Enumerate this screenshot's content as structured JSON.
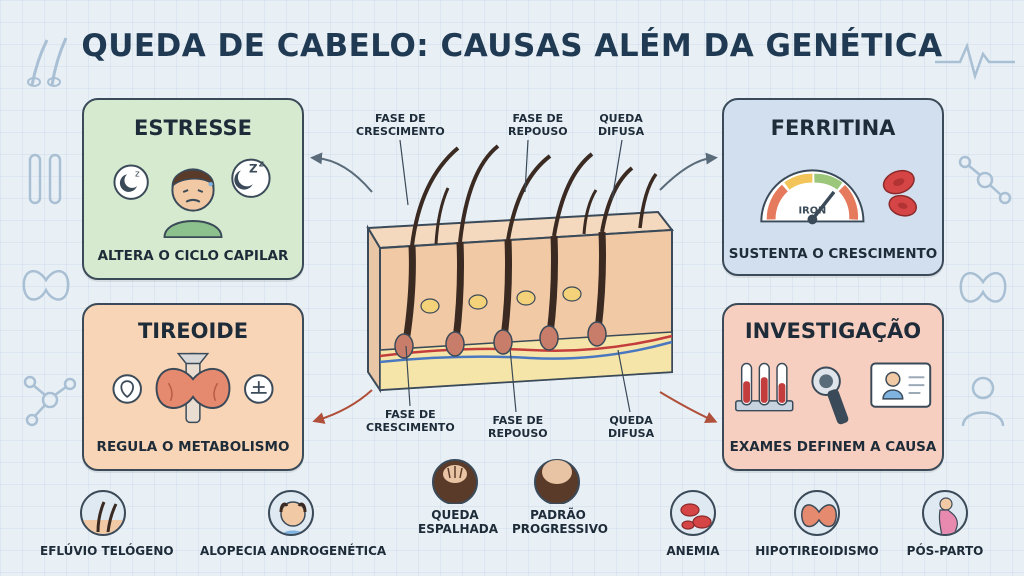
{
  "title": "QUEDA DE CABELO: CAUSAS ALÉM DA GENÉTICA",
  "cards": {
    "estresse": {
      "title": "ESTRESSE",
      "subtitle": "ALTERA O CICLO CAPILAR"
    },
    "tireoide": {
      "title": "TIREOIDE",
      "subtitle": "REGULA O METABOLISMO"
    },
    "ferritina": {
      "title": "FERRITINA",
      "subtitle": "SUSTENTA O CRESCIMENTO",
      "gauge_label": "IRON"
    },
    "investigacao": {
      "title": "INVESTIGAÇÃO",
      "subtitle": "EXAMES DEFINEM A CAUSA"
    }
  },
  "diagram_labels": {
    "top": [
      {
        "line1": "FASE DE",
        "line2": "CRESCIMENTO"
      },
      {
        "line1": "FASE DE",
        "line2": "REPOUSO"
      },
      {
        "line1": "QUEDA",
        "line2": "DIFUSA"
      }
    ],
    "bottom": [
      {
        "line1": "FASE DE",
        "line2": "CRESCIMENTO"
      },
      {
        "line1": "FASE DE",
        "line2": "REPOUSO"
      },
      {
        "line1": "QUEDA",
        "line2": "DIFUSA"
      }
    ]
  },
  "bottom_items": [
    {
      "label": "EFLÚVIO TELÓGENO"
    },
    {
      "label": "ALOPECIA ANDROGENÉTICA"
    },
    {
      "label_line1": "QUEDA",
      "label_line2": "ESPALHADA"
    },
    {
      "label_line1": "PADRÃO",
      "label_line2": "PROGRESSIVO"
    },
    {
      "label": "ANEMIA"
    },
    {
      "label": "HIPOTIREOIDISMO"
    },
    {
      "label": "PÓS-PARTO"
    }
  ],
  "colors": {
    "background": "#e8f0f6",
    "estresse": "#d6ead0",
    "tireoide": "#f7d5b6",
    "ferritina": "#d2dfee",
    "investigacao": "#f7cfc0",
    "hair": "#3a2a22",
    "skin": "#f1c9a5"
  }
}
